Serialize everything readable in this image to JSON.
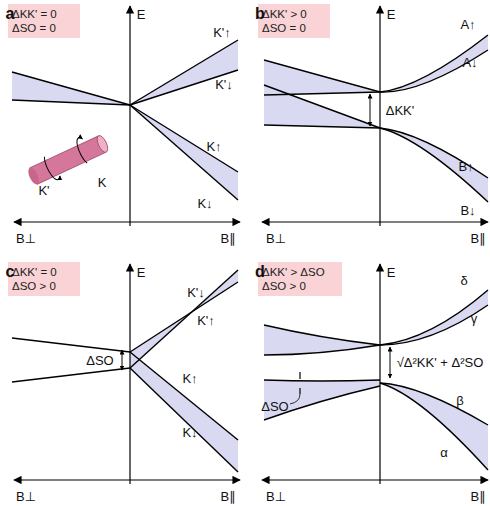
{
  "diagram": {
    "nodes": [
      {
        "text": [
          "ΔKK' = 0",
          "ΔSO = 0"
        ]
      },
      {
        "text": [
          "ΔKK' > 0",
          "ΔSO = 0"
        ]
      },
      {
        "text": [
          "ΔKK' = 0",
          "ΔSO > 0"
        ]
      },
      {
        "text": [
          "ΔKK' > ΔSO",
          "ΔSO > 0"
        ]
      }
    ],
    "labels": [
      "a",
      "E",
      "B⊥",
      "B∥",
      "K'↑",
      "K'↓",
      "K↑",
      "K↓",
      "K'",
      "K",
      "b",
      "E",
      "B⊥",
      "B∥",
      "A↑",
      "A↓",
      "ΔKK'",
      "B↑",
      "B↓",
      "c",
      "E",
      "B⊥",
      "B∥",
      "K'↓",
      "K'↑",
      "ΔSO",
      "K↑",
      "K↓",
      "d",
      "E",
      "B⊥",
      "B∥",
      "δ",
      "γ",
      "√Δ²KK' + Δ²SO",
      "ΔSO",
      "β",
      "α"
    ]
  }
}
